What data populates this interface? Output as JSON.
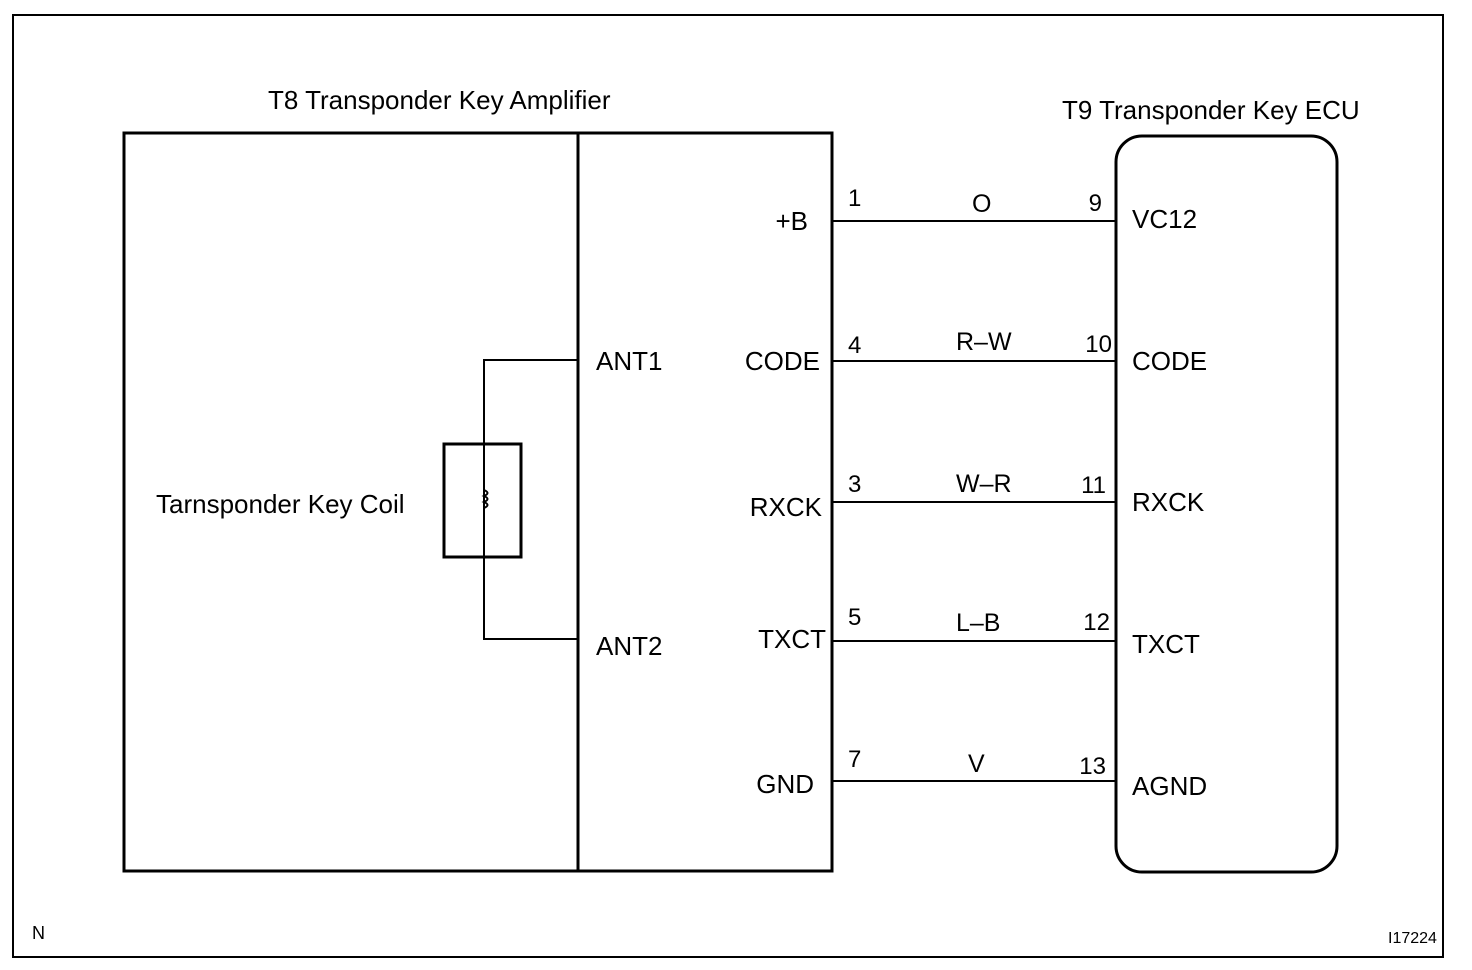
{
  "amplifier": {
    "title": "T8 Transponder Key Amplifier",
    "coil_label": "Tarnsponder Key Coil",
    "antenna_terminals": [
      "ANT1",
      "ANT2"
    ]
  },
  "ecu": {
    "title": "T9 Transponder Key ECU"
  },
  "connections": [
    {
      "amp_terminal": "+B",
      "amp_pin": "1",
      "wire_color": "O",
      "ecu_pin": "9",
      "ecu_terminal": "VC12"
    },
    {
      "amp_terminal": "CODE",
      "amp_pin": "4",
      "wire_color": "R–W",
      "ecu_pin": "10",
      "ecu_terminal": "CODE"
    },
    {
      "amp_terminal": "RXCK",
      "amp_pin": "3",
      "wire_color": "W–R",
      "ecu_pin": "11",
      "ecu_terminal": "RXCK"
    },
    {
      "amp_terminal": "TXCT",
      "amp_pin": "5",
      "wire_color": "L–B",
      "ecu_pin": "12",
      "ecu_terminal": "TXCT"
    },
    {
      "amp_terminal": "GND",
      "amp_pin": "7",
      "wire_color": "V",
      "ecu_pin": "13",
      "ecu_terminal": "AGND"
    }
  ],
  "footer": {
    "corner_mark": "N",
    "figure_code": "I17224"
  }
}
